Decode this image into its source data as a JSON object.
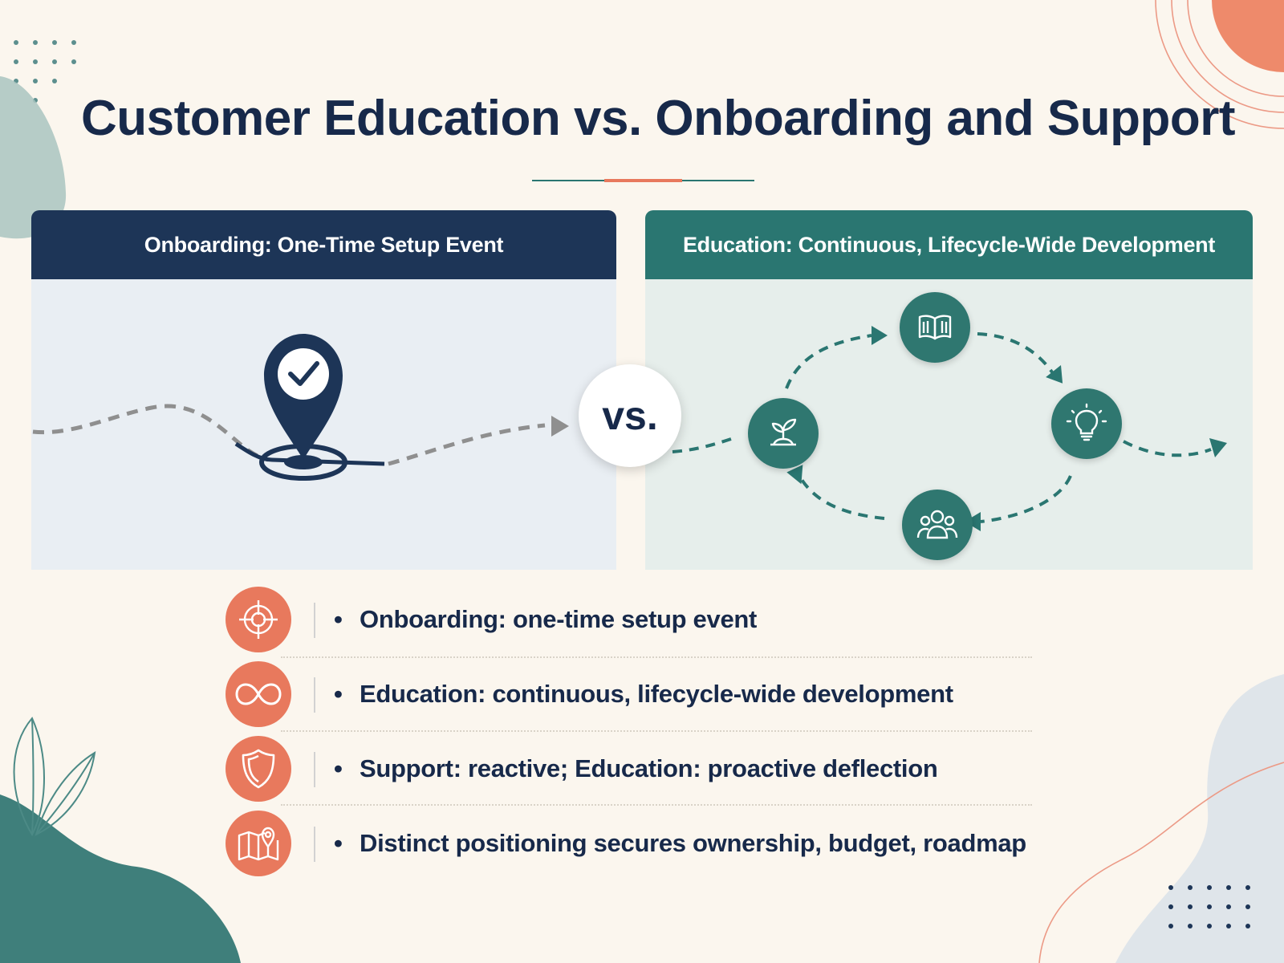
{
  "title": "Customer Education vs. Onboarding and Support",
  "colors": {
    "navy": "#1d3557",
    "teal": "#2a7671",
    "coral": "#e8795d",
    "background": "#fbf6ee"
  },
  "left_panel": {
    "header": "Onboarding: One-Time Setup Event",
    "icon": "location-pin-check-icon"
  },
  "vs_label": "vs.",
  "right_panel": {
    "header": "Education: Continuous, Lifecycle-Wide Development",
    "cycle_icons": [
      "book-icon",
      "lightbulb-icon",
      "people-icon",
      "sprout-icon"
    ]
  },
  "rows": [
    {
      "icon": "target-icon",
      "bullet": "•",
      "text": "Onboarding: one-time setup event"
    },
    {
      "icon": "infinity-icon",
      "bullet": "•",
      "text": "Education: continuous, lifecycle-wide development"
    },
    {
      "icon": "shield-icon",
      "bullet": "•",
      "text": "Support: reactive; Education: proactive deflection"
    },
    {
      "icon": "map-pin-icon",
      "bullet": "•",
      "text": "Distinct positioning secures ownership, budget, roadmap"
    }
  ]
}
